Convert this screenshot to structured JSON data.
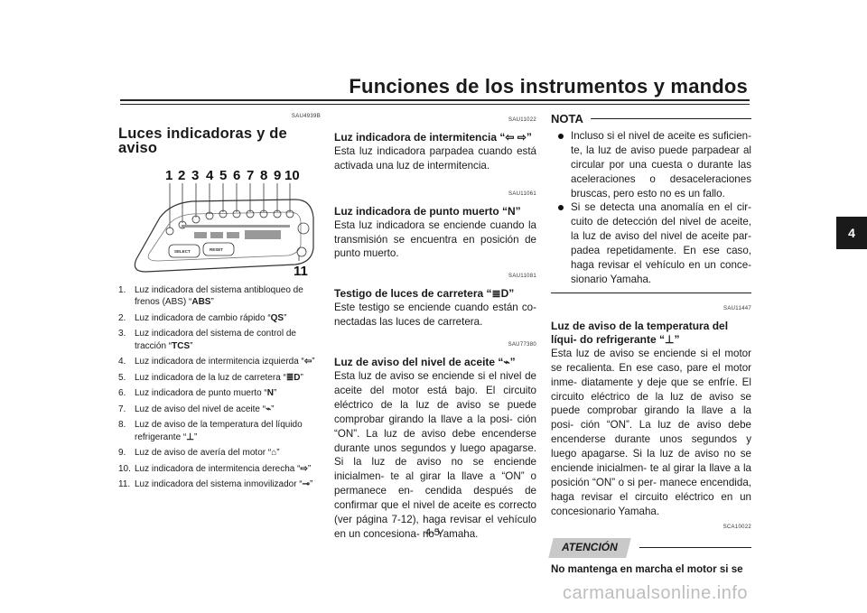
{
  "header": {
    "title": "Funciones de los instrumentos y mandos"
  },
  "chapter_tab": "4",
  "page_number": "4-5",
  "watermark": "carmanualsonline.info",
  "left": {
    "code": "SAU4939B",
    "section_title": "Luces indicadoras y de aviso",
    "diagram": {
      "numbers_top": [
        "1",
        "2",
        "3",
        "4",
        "5",
        "6",
        "7",
        "8",
        "9",
        "10"
      ],
      "number_side": "11",
      "button_labels": [
        "SELECT",
        "RESET"
      ]
    },
    "items": [
      {
        "n": "1.",
        "text": "Luz indicadora del sistema antibloqueo de frenos (ABS) “",
        "symbol": "ABS",
        "end": "”"
      },
      {
        "n": "2.",
        "text": "Luz indicadora de cambio rápido “",
        "symbol": "QS",
        "end": "”"
      },
      {
        "n": "3.",
        "text": "Luz indicadora del sistema de control de tracción “",
        "symbol": "TCS",
        "end": "”"
      },
      {
        "n": "4.",
        "text": "Luz indicadora de intermitencia izquierda “",
        "symbol": "⇦",
        "end": "”"
      },
      {
        "n": "5.",
        "text": "Luz indicadora de la luz de carretera “",
        "symbol": "≣D",
        "end": "”"
      },
      {
        "n": "6.",
        "text": "Luz indicadora de punto muerto “",
        "symbol": "N",
        "end": "”"
      },
      {
        "n": "7.",
        "text": "Luz de aviso del nivel de aceite “",
        "symbol": "⌁",
        "end": "”"
      },
      {
        "n": "8.",
        "text": "Luz de aviso de la temperatura del líquido refrigerante “",
        "symbol": "⊥",
        "end": "”"
      },
      {
        "n": "9.",
        "text": "Luz de aviso de avería del motor “",
        "symbol": "⌂",
        "end": "”"
      },
      {
        "n": "10.",
        "text": "Luz indicadora de intermitencia derecha “",
        "symbol": "⇨",
        "end": "”"
      },
      {
        "n": "11.",
        "text": "Luz indicadora del sistema inmovilizador “",
        "symbol": "⊸",
        "end": "”"
      }
    ]
  },
  "middle": {
    "blocks": [
      {
        "code": "SAU11022",
        "title_pre": "Luz indicadora de intermitencia “",
        "title_sym": "⇦ ⇨",
        "title_post": "”",
        "body": "Esta luz indicadora parpadea cuando está activada una luz de intermitencia."
      },
      {
        "code": "SAU11061",
        "title_pre": "Luz indicadora de punto muerto “",
        "title_sym": "N",
        "title_post": "”",
        "body": "Esta luz indicadora se enciende cuando la transmisión se encuentra en posición de punto muerto."
      },
      {
        "code": "SAU11081",
        "title_pre": "Testigo de luces de carretera “",
        "title_sym": "≣D",
        "title_post": "”",
        "body": "Este testigo se enciende cuando están co- nectadas las luces de carretera."
      },
      {
        "code": "SAU77380",
        "title_pre": "Luz de aviso del nivel de aceite “",
        "title_sym": "⌁",
        "title_post": "”",
        "body": "Esta luz de aviso se enciende si el nivel de aceite del motor está bajo. El circuito eléctrico de la luz de aviso se puede comprobar girando la llave a la posi- ción “ON”. La luz de aviso debe encenderse durante unos segundos y luego apagarse. Si la luz de aviso no se enciende inicialmen- te al girar la llave a “ON” o permanece en- cendida después de confirmar que el nivel de aceite es correcto (ver página 7-12), haga revisar el vehículo en un concesiona- rio Yamaha."
      }
    ]
  },
  "right": {
    "nota_label": "NOTA",
    "nota_items": [
      "Incluso si el nivel de aceite es suficien- te, la luz de aviso puede parpadear al circular por una cuesta o durante las aceleraciones o desaceleraciones bruscas, pero esto no es un fallo.",
      "Si se detecta una anomalía en el cir- cuito de detección del nivel de aceite, la luz de aviso del nivel de aceite par- padea repetidamente. En ese caso, haga revisar el vehículo en un conce- sionario Yamaha."
    ],
    "coolant": {
      "code": "SAU11447",
      "title_pre": "Luz de aviso de la temperatura del líqui- do refrigerante “",
      "title_sym": "⊥",
      "title_post": "”",
      "body": "Esta luz de aviso se enciende si el motor se recalienta. En ese caso, pare el motor inme- diatamente y deje que se enfríe. El circuito eléctrico de la luz de aviso se puede comprobar girando la llave a la posi- ción “ON”. La luz de aviso debe encenderse durante unos segundos y luego apagarse. Si la luz de aviso no se enciende inicialmen- te al girar la llave a la posición “ON” o si per- manece encendida, haga revisar el circuito eléctrico en un concesionario Yamaha."
    },
    "caution_code": "SCA10022",
    "atencion_label": "ATENCIÓN",
    "warning_text": "No mantenga en marcha el motor si se"
  }
}
